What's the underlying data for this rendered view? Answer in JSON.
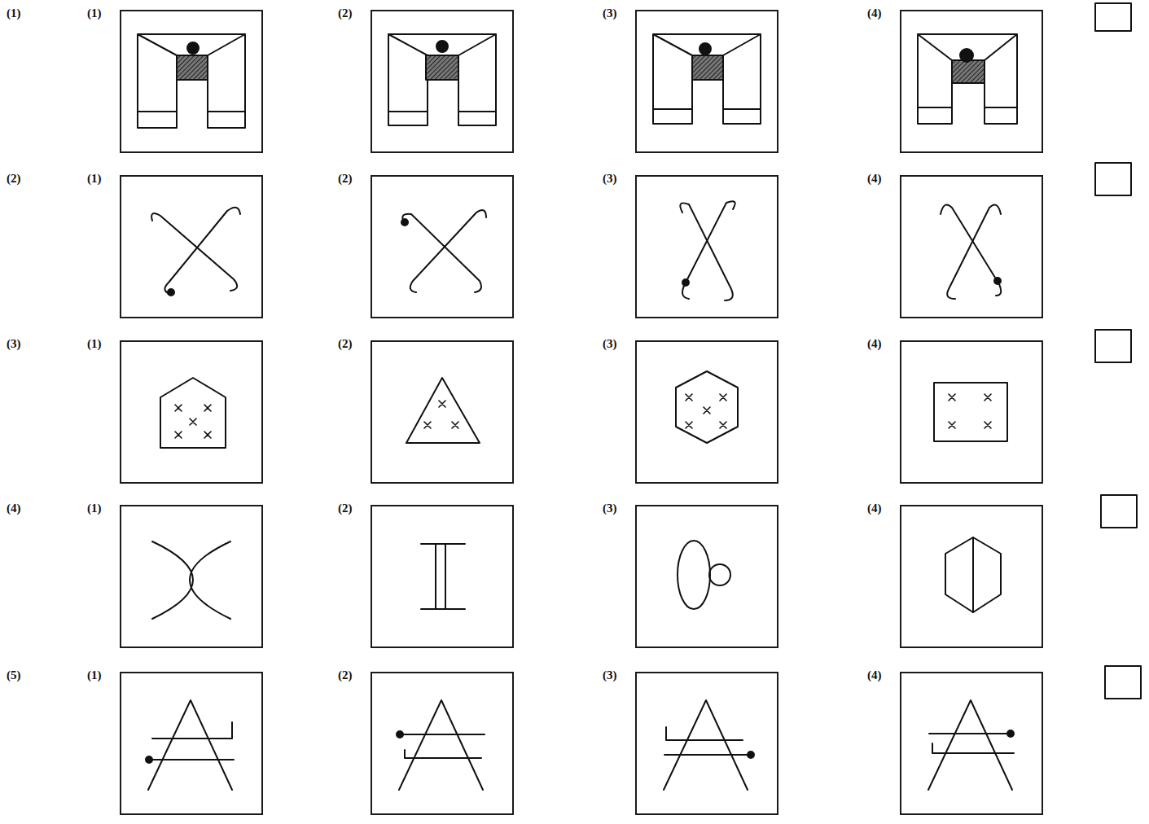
{
  "diagram": {
    "nodes": [
      {
        "text": [
          "(1)"
        ]
      },
      {
        "text": [
          "(2)"
        ]
      },
      {
        "text": [
          "(3)"
        ]
      },
      {
        "text": [
          "(4)"
        ]
      },
      {
        "text": [
          "(1)"
        ]
      },
      {
        "text": [
          "(2)"
        ]
      },
      {
        "text": [
          "(3)"
        ]
      },
      {
        "text": [
          "(4)"
        ]
      },
      {
        "text": [
          "(1)"
        ]
      },
      {
        "text": [
          "(2)"
        ]
      },
      {
        "text": [
          "(3)"
        ]
      },
      {
        "text": [
          "(4)"
        ]
      },
      {
        "text": [
          "(1)"
        ]
      },
      {
        "text": [
          "(2)"
        ]
      },
      {
        "text": [
          "(3)"
        ]
      },
      {
        "text": [
          "(4)"
        ]
      },
      {
        "text": [
          "(1)"
        ]
      },
      {
        "text": [
          "(2)"
        ]
      },
      {
        "text": [
          "(3)"
        ]
      },
      {
        "text": [
          "(4)"
        ]
      }
    ],
    "labels": [
      "(1)",
      "(2)",
      "(3)",
      "(4)",
      "(5)"
    ]
  }
}
